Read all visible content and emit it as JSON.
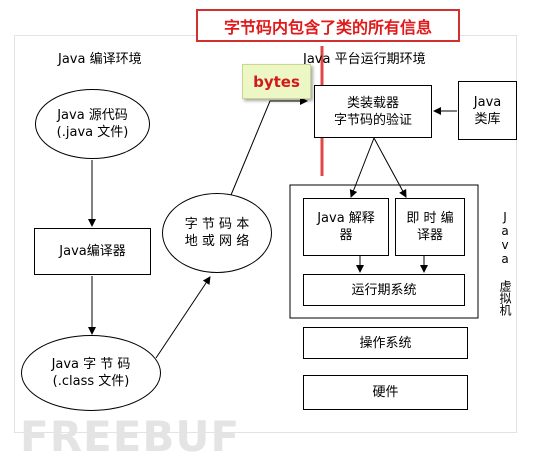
{
  "banner": "字节码内包含了类的所有信息",
  "bytes_label": "bytes",
  "section_compile": "Java 编译环境",
  "section_runtime": "Java 平台运行期环境",
  "java_source": "Java 源代码\n(.java 文件)",
  "java_compiler": "Java编译器",
  "java_bytecode": "Java  字 节 码\n(.class 文件)",
  "bytecode_local_network": "字 节 码 本\n地 或 网 络",
  "class_loader": "类装载器\n字节码的验证",
  "java_class_library": "Java\n类库",
  "java_interpreter": "Java 解释\n器",
  "jit_compiler": "即 时 编\n译器",
  "runtime_system": "运行期系统",
  "jvm_label": "Java 虚拟机",
  "operating_system": "操作系统",
  "hardware": "硬件",
  "watermark": "FREEBUF"
}
